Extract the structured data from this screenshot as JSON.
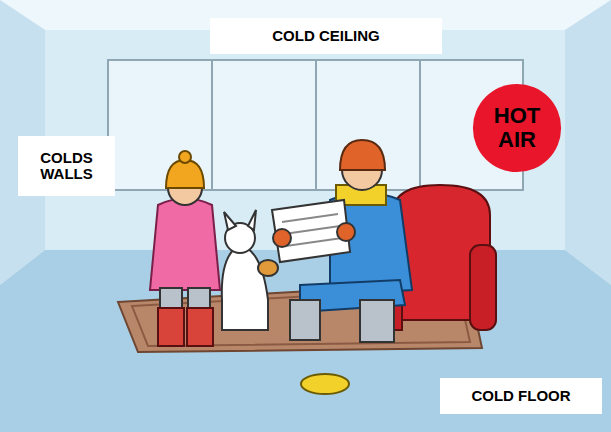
{
  "diagram": {
    "nodes": [
      {
        "text": [
          "COLD CEILING"
        ]
      },
      {
        "text": [
          "COLDS WALLS"
        ]
      },
      {
        "text": [
          "HOT AIR"
        ]
      },
      {
        "text": [
          "COLD FLOOR"
        ]
      }
    ]
  }
}
